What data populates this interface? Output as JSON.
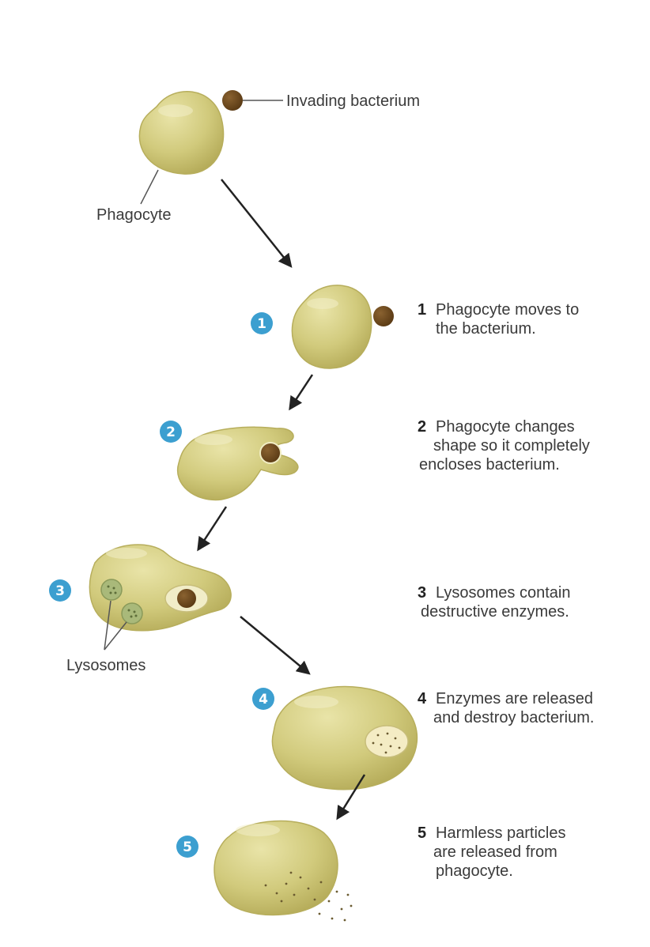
{
  "labels": {
    "invading_bacterium": "Invading bacterium",
    "phagocyte": "Phagocyte",
    "lysosomes": "Lysosomes"
  },
  "colors": {
    "cell_fill": "#d3cd7f",
    "cell_dark": "#b4ab57",
    "bacterium": "#6e4a1f",
    "badge": "#3c9fd0",
    "lysosome": "#a9b97a",
    "arrow": "#222222"
  },
  "steps": [
    {
      "badge": "1",
      "number": "1",
      "lines": [
        "Phagocyte moves to",
        "the bacterium."
      ]
    },
    {
      "badge": "2",
      "number": "2",
      "lines": [
        "Phagocyte changes",
        "shape so it completely",
        "encloses bacterium."
      ]
    },
    {
      "badge": "3",
      "number": "3",
      "lines": [
        "Lysosomes contain",
        "destructive enzymes."
      ]
    },
    {
      "badge": "4",
      "number": "4",
      "lines": [
        "Enzymes are released",
        "and destroy bacterium."
      ]
    },
    {
      "badge": "5",
      "number": "5",
      "lines": [
        "Harmless particles",
        "are released from",
        "phagocyte."
      ]
    }
  ]
}
